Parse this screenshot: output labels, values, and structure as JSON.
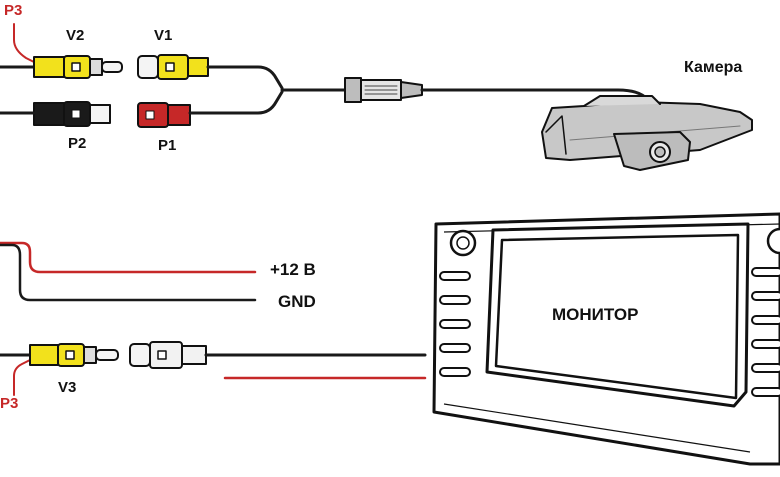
{
  "colors": {
    "red": "#c62828",
    "yellow": "#f2e11c",
    "black": "#1a1a1a",
    "grey": "#bdbdbd",
    "light": "#f2f2f2"
  },
  "labels": {
    "p3_top": "P3",
    "v2": "V2",
    "v1": "V1",
    "p2": "P2",
    "p1": "P1",
    "camera": "Камера",
    "plus12": "+12 В",
    "gnd": "GND",
    "monitor": "МОНИТОР",
    "v3": "V3",
    "p3_bottom": "P3"
  }
}
